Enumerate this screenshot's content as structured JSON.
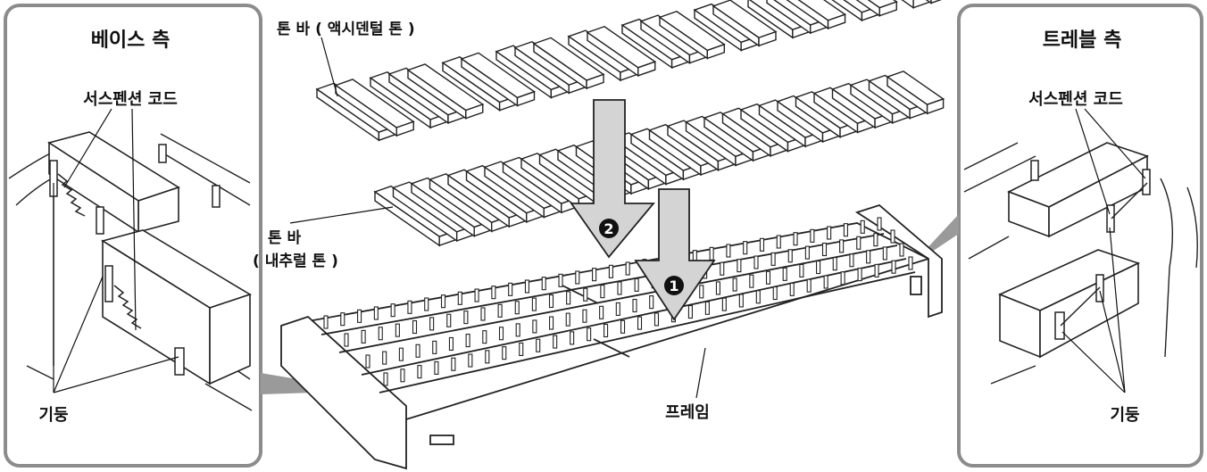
{
  "left_panel": {
    "title": "베이스 측",
    "cord_label": "서스펜션 코드",
    "post_label": "기둥"
  },
  "right_panel": {
    "title": "트레블 측",
    "cord_label": "서스펜션 코드",
    "post_label": "기둥"
  },
  "center": {
    "accidental_label": "톤 바 ( 액시덴털 톤 )",
    "natural_label_line1": "톤 바",
    "natural_label_line2": "( 내추럴 톤 )",
    "frame_label": "프레임",
    "step1": "1",
    "step2": "2"
  },
  "colors": {
    "panel_border": "#8c8c8c",
    "arrow_fill": "#cfcfcf",
    "ink": "#111111"
  }
}
